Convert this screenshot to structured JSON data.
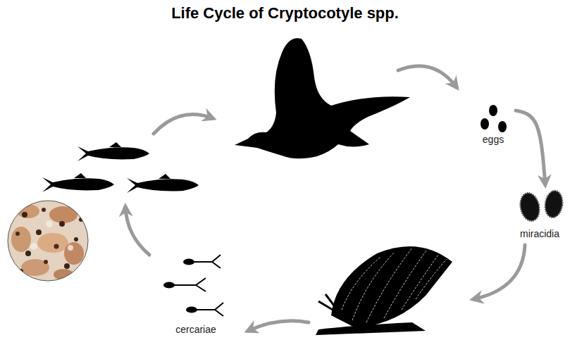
{
  "diagram": {
    "title": "Life Cycle of Cryptocotyle spp.",
    "nodes": [
      {
        "text": [
          "eggs"
        ]
      },
      {
        "text": [
          "miracidia"
        ]
      },
      {
        "text": [
          "cercariae"
        ]
      }
    ],
    "edges": [
      {
        "from": 0,
        "to": 1,
        "arrow": "to"
      }
    ]
  }
}
